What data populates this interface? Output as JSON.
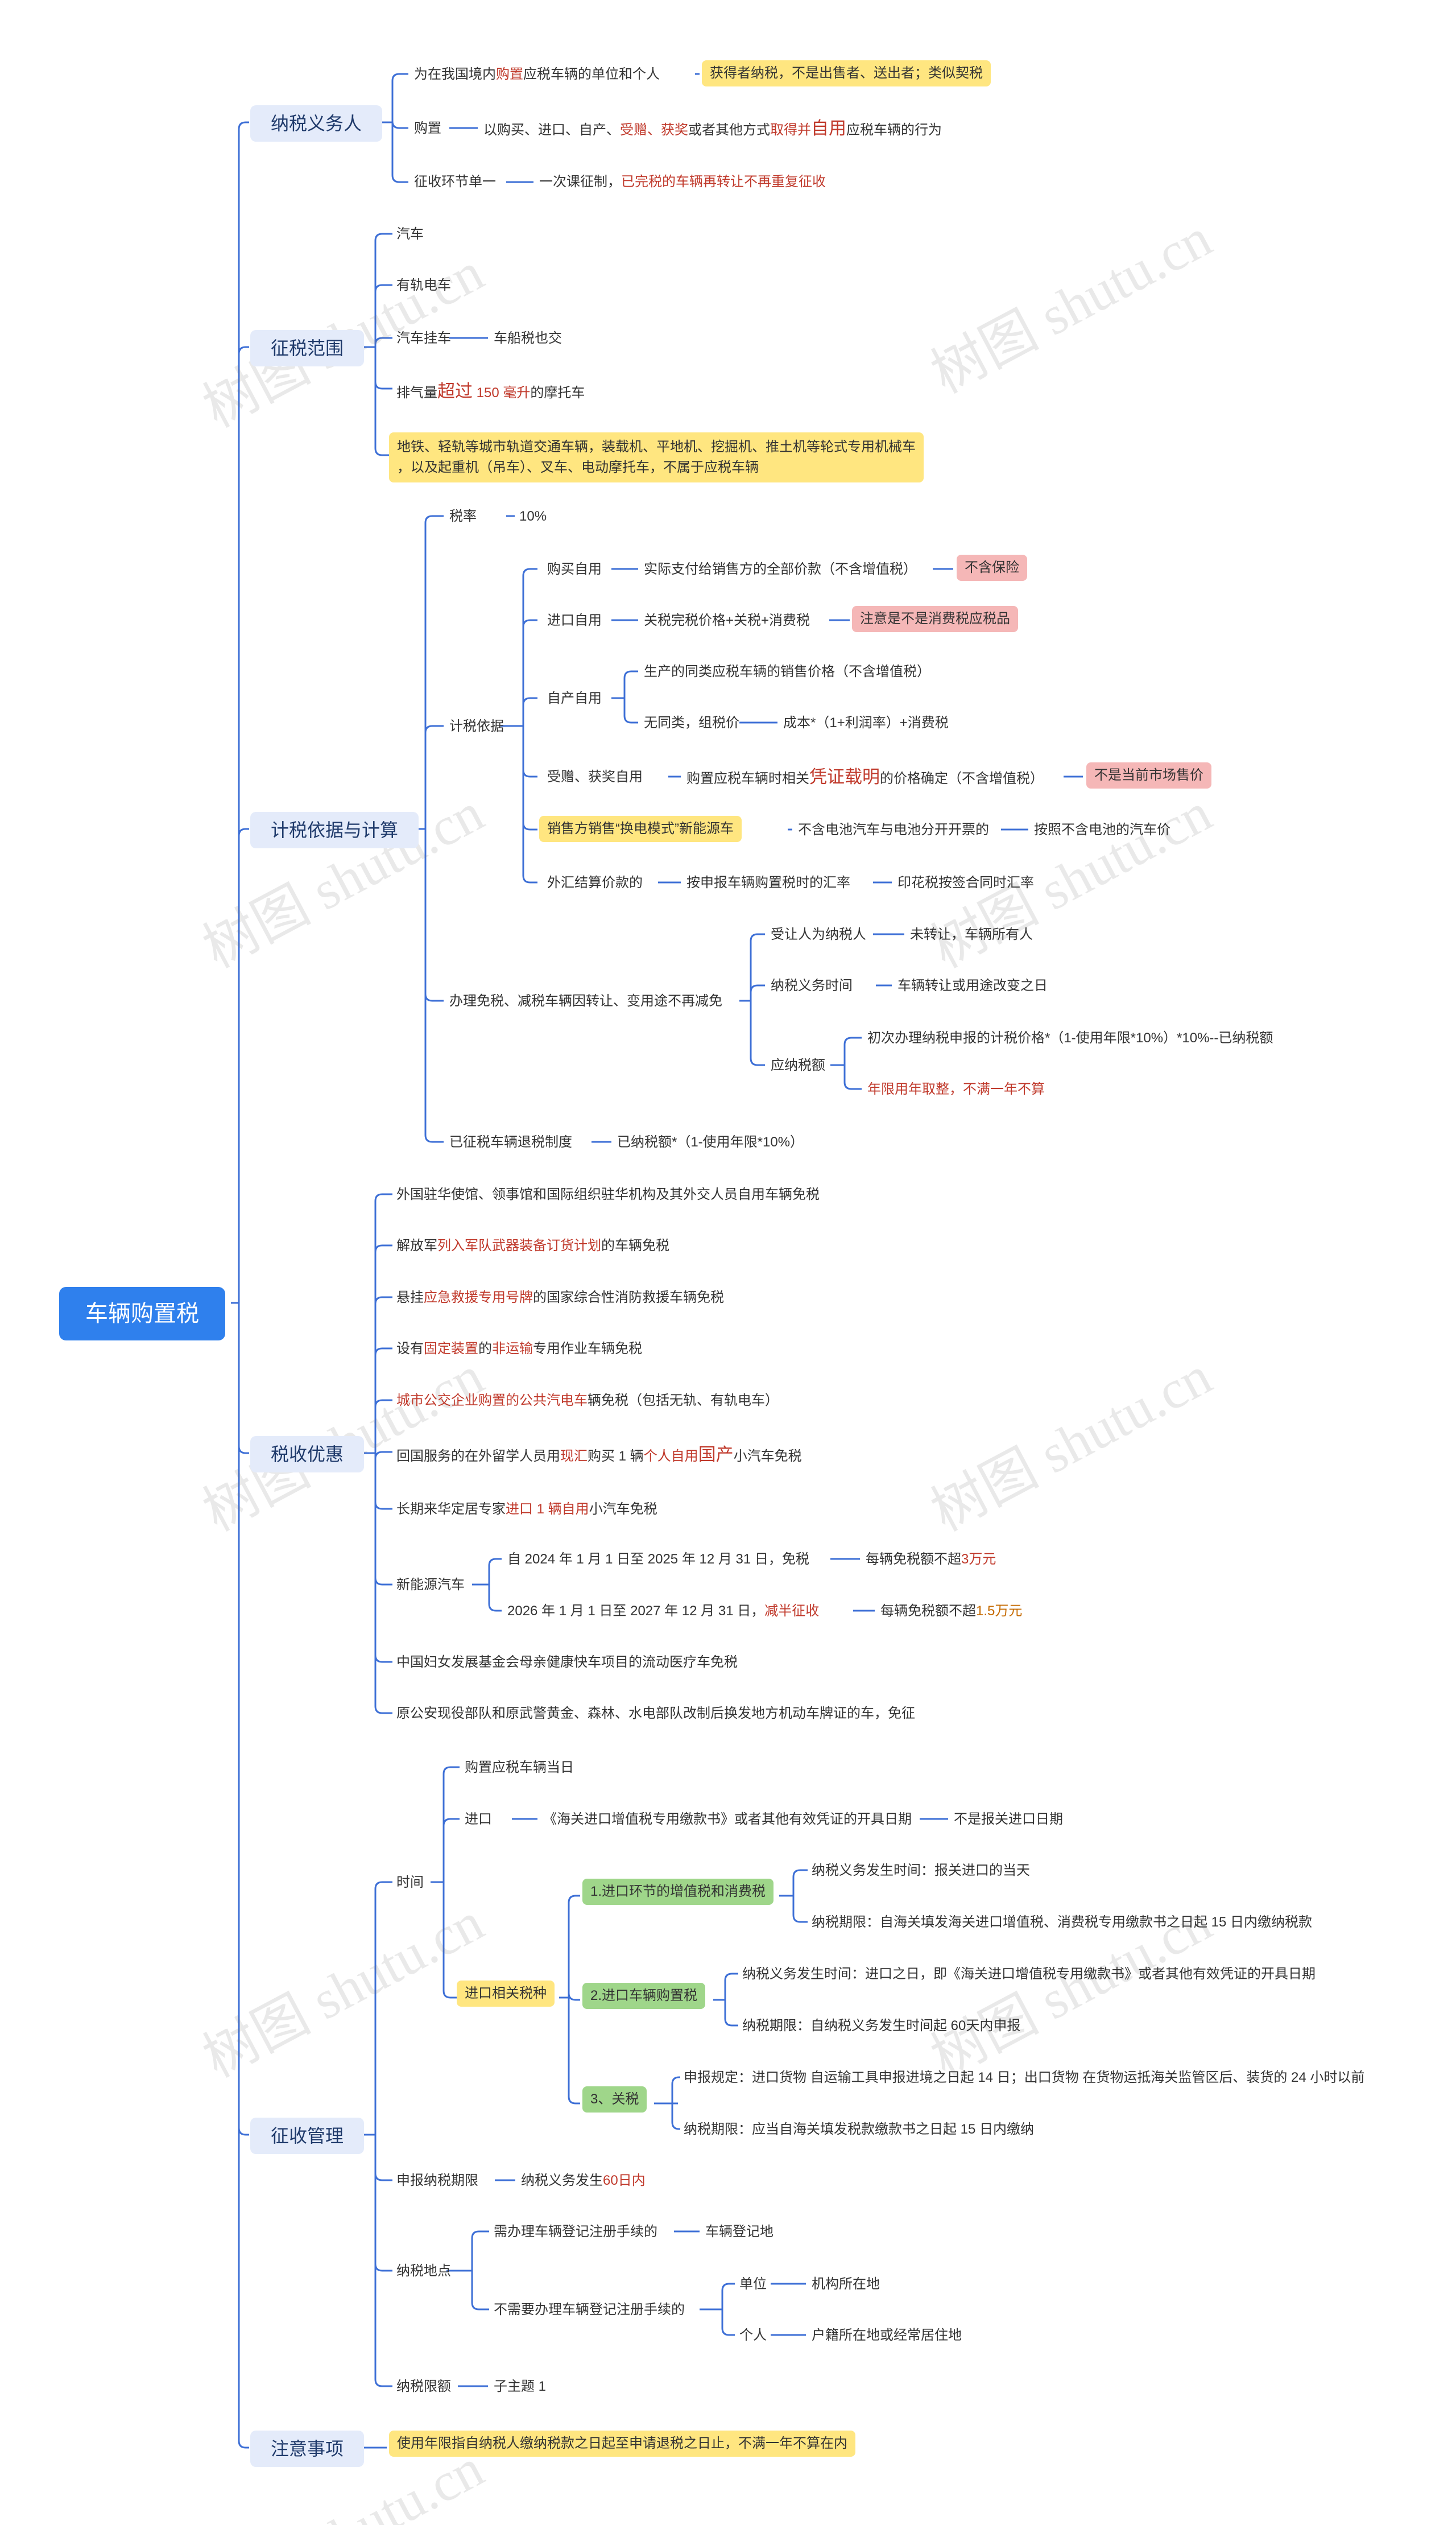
{
  "root": "车辆购置税",
  "sections": {
    "taxpayer": {
      "title": "纳税义务人",
      "n1": {
        "a": "为在我国境内",
        "b": "购置",
        "c": "应税车辆的单位和个人"
      },
      "n1_note": "获得者纳税，不是出售者、送出者；类似契税",
      "n2": "购置",
      "n2_desc": {
        "a": "以购买、进口、自产、",
        "b": "受赠、获奖",
        "c": "或者其他方式",
        "d": "取得并",
        "e": "自用",
        "f": "应税车辆的行为"
      },
      "n3": "征收环节单一",
      "n3_desc": {
        "a": "一次课征制，",
        "b": "已完税的车辆再转让不再重复征收"
      }
    },
    "scope": {
      "title": "征税范围",
      "i1": "汽车",
      "i2": "有轨电车",
      "i3": "汽车挂车",
      "i3_note": "车船税也交",
      "i4": {
        "a": "排气量",
        "b": "超过",
        "c": " 150 毫升",
        "d": "的摩托车"
      },
      "i5_l1": "地铁、轻轨等城市轨道交通车辆，装载机、平地机、挖掘机、推土机等轮式专用机械车",
      "i5_l2": "，以及起重机（吊车）、叉车、电动摩托车，不属于应税车辆"
    },
    "calc": {
      "title": "计税依据与计算",
      "rate": "税率",
      "rate_val": "10%",
      "basis": "计税依据",
      "buy": "购买自用",
      "buy_desc": "实际支付给销售方的全部价款（不含增值税）",
      "buy_note": "不含保险",
      "imp": "进口自用",
      "imp_desc": "关税完税价格+关税+消费税",
      "imp_note": "注意是不是消费税应税品",
      "self": "自产自用",
      "self_a": "生产的同类应税车辆的销售价格（不含增值税）",
      "self_b": "无同类，组税价",
      "self_b_formula": "成本*（1+利润率）+消费税",
      "gift": "受赠、获奖自用",
      "gift_desc": {
        "a": "购置应税车辆时相关",
        "b": "凭证载明",
        "c": "的价格确定（不含增值税）"
      },
      "gift_note": "不是当前市场售价",
      "ev": "销售方销售“换电模式”新能源车",
      "ev_desc": "不含电池汽车与电池分开开票的",
      "ev_res": "按照不含电池的汽车价",
      "fx": "外汇结算价款的",
      "fx_desc": "按申报车辆购置税时的汇率",
      "fx_res": "印花税按签合同时汇率",
      "reduce": "办理免税、减税车辆因转让、变用途不再减免",
      "r1": "受让人为纳税人",
      "r1_v": "未转让，车辆所有人",
      "r2": "纳税义务时间",
      "r2_v": "车辆转让或用途改变之日",
      "r3": "应纳税额",
      "r3_a": "初次办理纳税申报的计税价格*（1-使用年限*10%）*10%--已纳税额",
      "r3_b": "年限用年取整，不满一年不算",
      "refund": "已征税车辆退税制度",
      "refund_v": "已纳税额*（1-使用年限*10%）"
    },
    "pref": {
      "title": "税收优惠",
      "p1": "外国驻华使馆、领事馆和国际组织驻华机构及其外交人员自用车辆免税",
      "p2": {
        "a": "解放军",
        "b": "列入军队武器装备订货计划",
        "c": "的车辆免税"
      },
      "p3": {
        "a": "悬挂",
        "b": "应急救援专用号牌",
        "c": "的国家综合性消防救援车辆免税"
      },
      "p4": {
        "a": "设有",
        "b": "固定装置",
        "c": "的",
        "d": "非运输",
        "e": "专用作业车辆免税"
      },
      "p5": {
        "a": "城市公交企业购置的公共汽电车",
        "b": "辆免税（包括无轨、有轨电车）"
      },
      "p6": {
        "a": "回国服务的在外留学人员用",
        "b": "现汇",
        "c": "购买 1 辆",
        "d": "个人自用",
        "e": "国产",
        "f": "小汽车免税"
      },
      "p7": {
        "a": "长期来华定居专家",
        "b": "进口 1 辆自用",
        "c": "小汽车免税"
      },
      "p8": "新能源汽车",
      "p8_a": "自 2024 年 1 月 1 日至 2025 年 12 月 31 日，免税",
      "p8_a_r": {
        "a": "每辆免税额不超",
        "b": "3万元"
      },
      "p8_b": {
        "a": "2026 年 1 月 1 日至 2027 年 12 月 31 日，",
        "b": "减半征收"
      },
      "p8_b_r": {
        "a": "每辆免税额不超",
        "b": "1.5万元"
      },
      "p9": "中国妇女发展基金会母亲健康快车项目的流动医疗车免税",
      "p10": "原公安现役部队和原武警黄金、森林、水电部队改制后换发地方机动车牌证的车，免征"
    },
    "admin": {
      "title": "征收管理",
      "time": "时间",
      "t1": "购置应税车辆当日",
      "t2": "进口",
      "t2_desc": "《海关进口增值税专用缴款书》或者其他有效凭证的开具日期",
      "t2_note": "不是报关进口日期",
      "imp_tax": "进口相关税种",
      "vat": "1.进口环节的增值税和消费税",
      "vat_a": "纳税义务发生时间：报关进口的当天",
      "vat_b": "纳税期限：自海关填发海关进口增值税、消费税专用缴款书之日起 15 日内缴纳税款",
      "vpt": "2.进口车辆购置税",
      "vpt_a": "纳税义务发生时间：进口之日，即《海关进口增值税专用缴款书》或者其他有效凭证的开具日期",
      "vpt_b": "纳税期限：自纳税义务发生时间起 60天内申报",
      "duty": "3、关税",
      "duty_a": "申报规定：进口货物 自运输工具申报进境之日起 14 日；出口货物 在货物运抵海关监管区后、装货的 24 小时以前",
      "duty_b": "纳税期限：应当自海关填发税款缴款书之日起 15 日内缴纳",
      "deadline": "申报纳税期限",
      "deadline_v": {
        "a": "纳税义务发生",
        "b": "60日内"
      },
      "place": "纳税地点",
      "place_a": "需办理车辆登记注册手续的",
      "place_a_v": "车辆登记地",
      "place_b": "不需要办理车辆登记注册手续的",
      "unit": "单位",
      "unit_v": "机构所在地",
      "person": "个人",
      "person_v": "户籍所在地或经常居住地",
      "limit": "纳税限额",
      "limit_v": "子主题 1"
    },
    "notes": {
      "title": "注意事项",
      "n1": "使用年限指自纳税人缴纳税款之日起至申请退税之日止，不满一年不算在内"
    }
  },
  "watermark": "树图 shutu.cn",
  "colors": {
    "line": "#3d6fd6",
    "root": "#2f80ed",
    "highlight_yellow": "#ffe680",
    "highlight_pink": "#f5b7b7",
    "highlight_green": "#9fd68a",
    "red": "#c0392b"
  }
}
